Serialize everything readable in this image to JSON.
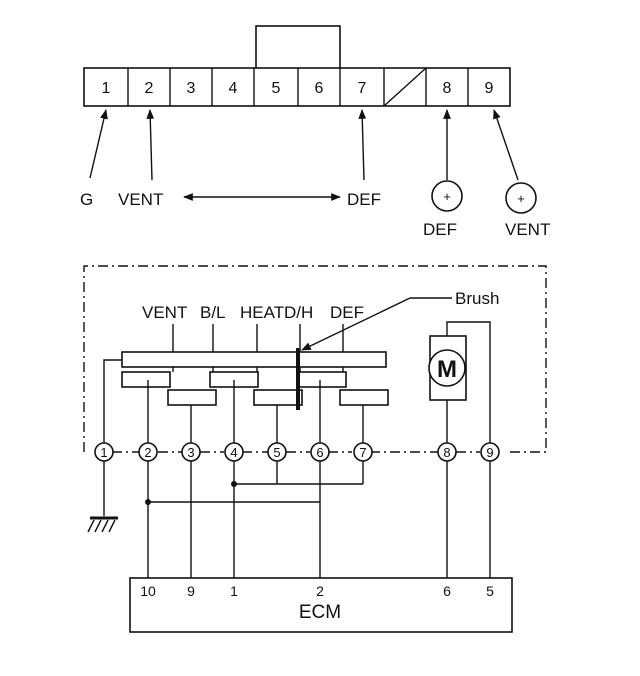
{
  "connector": {
    "pins": [
      "1",
      "2",
      "3",
      "4",
      "5",
      "6",
      "7",
      "8",
      "9"
    ]
  },
  "legend": {
    "g_label": "G",
    "vent_label": "VENT",
    "def_label": "DEF",
    "pin8_label": "DEF",
    "pin9_label": "VENT",
    "plus_symbol": "+"
  },
  "circuit": {
    "switch_labels": {
      "vent": "VENT",
      "bl": "B/L",
      "heat": "HEAT",
      "dh": "D/H",
      "def": "DEF"
    },
    "brush_label": "Brush",
    "motor_label": "M",
    "terminals": [
      "1",
      "2",
      "3",
      "4",
      "5",
      "6",
      "7",
      "8",
      "9"
    ]
  },
  "ecm": {
    "label": "ECM",
    "pins": [
      "10",
      "9",
      "1",
      "2",
      "6",
      "5"
    ]
  }
}
